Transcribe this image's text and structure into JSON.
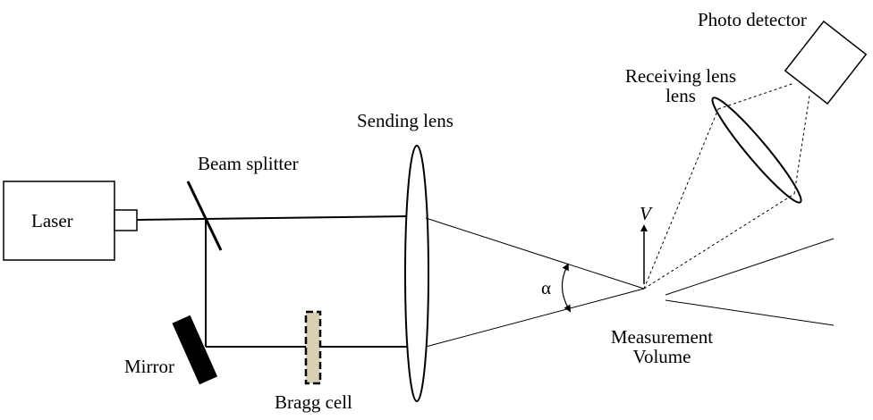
{
  "labels": {
    "laser": "Laser",
    "beam_splitter": "Beam splitter",
    "mirror": "Mirror",
    "bragg_cell": "Bragg cell",
    "sending_lens": "Sending lens",
    "alpha": "α",
    "velocity": "V",
    "measurement_volume_line1": "Measurement",
    "measurement_volume_line2": "Volume",
    "receiving_lens_line1": "Receiving lens",
    "receiving_lens_line2": "lens",
    "photo_detector": "Photo detector"
  },
  "colors": {
    "line": "#000000",
    "bragg_cell_fill": "#d8d0b4",
    "mirror_fill": "#000000"
  }
}
